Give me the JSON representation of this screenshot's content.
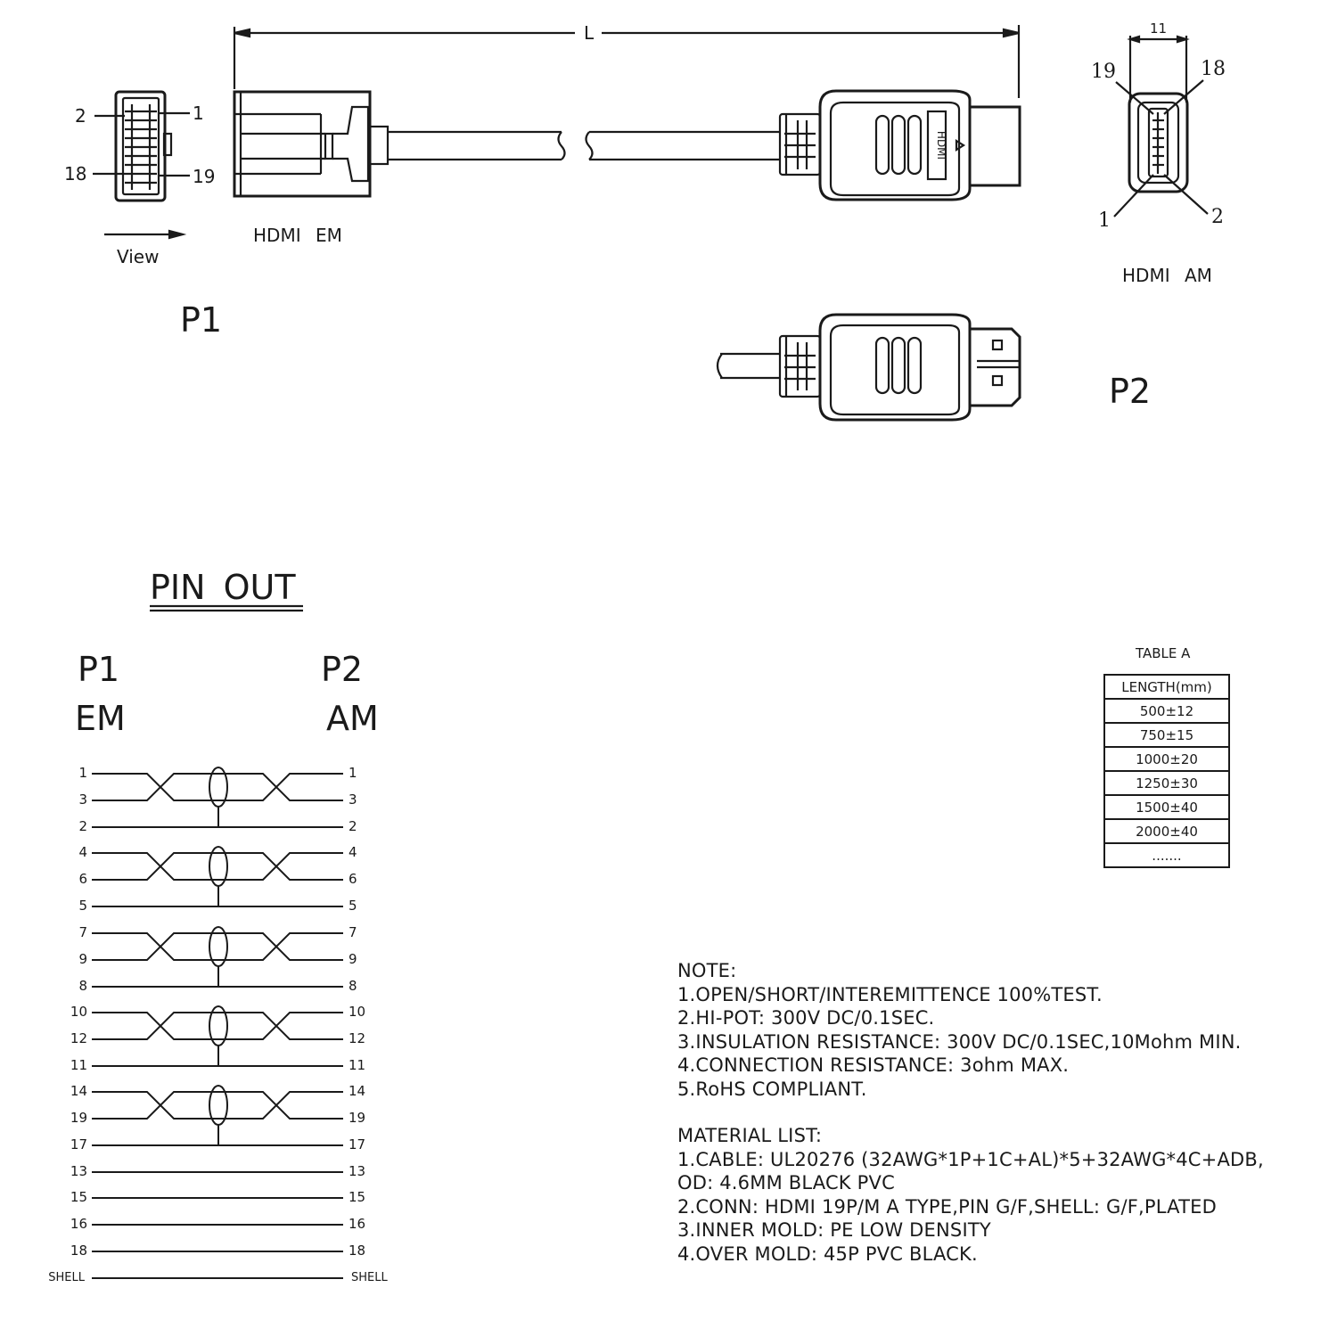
{
  "top": {
    "length_label": "L",
    "view_label": "View",
    "p1_label": "P1",
    "p2_label": "P2",
    "hdmi_em_label": "HDMI EM",
    "hdmi_am_label": "HDMI AM",
    "em_pins": {
      "top_left": "2",
      "top_right": "1",
      "bottom_left": "18",
      "bottom_right": "19"
    },
    "am_pins": {
      "top_left": "19",
      "top_right": "18",
      "bottom_left": "1",
      "bottom_right": "2"
    },
    "am_width": "11"
  },
  "pinout": {
    "title": "PIN OUT",
    "left_head": "P1",
    "left_sub": "EM",
    "right_head": "P2",
    "right_sub": "AM",
    "pins": [
      "1",
      "3",
      "2",
      "4",
      "6",
      "5",
      "7",
      "9",
      "8",
      "10",
      "12",
      "11",
      "14",
      "19",
      "17",
      "13",
      "15",
      "16",
      "18",
      "SHELL"
    ]
  },
  "table_a": {
    "title": "TABLE A",
    "header": "LENGTH(mm)",
    "rows": [
      "500±12",
      "750±15",
      "1000±20",
      "1250±30",
      "1500±40",
      "2000±40",
      "......."
    ]
  },
  "notes": {
    "title": "NOTE:",
    "items": [
      "1.OPEN/SHORT/INTEREMITTENCE 100%TEST.",
      "2.HI-POT: 300V DC/0.1SEC.",
      "3.INSULATION RESISTANCE: 300V DC/0.1SEC,10Mohm MIN.",
      "4.CONNECTION RESISTANCE: 3ohm MAX.",
      "5.RoHS COMPLIANT."
    ]
  },
  "materials": {
    "title": "MATERIAL LIST:",
    "items": [
      "1.CABLE: UL20276 (32AWG*1P+1C+AL)*5+32AWG*4C+ADB,",
      "OD: 4.6MM BLACK PVC",
      "2.CONN: HDMI 19P/M A TYPE,PIN G/F,SHELL: G/F,PLATED",
      "3.INNER MOLD: PE LOW DENSITY",
      "4.OVER MOLD: 45P PVC BLACK."
    ]
  }
}
